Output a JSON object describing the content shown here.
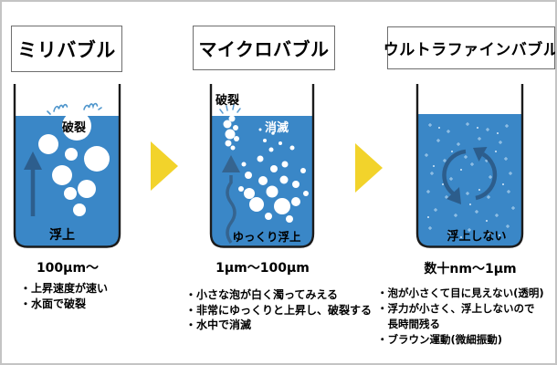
{
  "diagram_title": "bubble-size-comparison",
  "colors": {
    "water": "#3a87c7",
    "arrow": "#2d5e8d",
    "wavy_arrow": "#35648f",
    "circulation_arrow": "#2c5d8c",
    "chevron": "#f2d32b",
    "bubble": "#ffffff",
    "box_border": "#6e6e6e",
    "outer_border": "#c4c4c4"
  },
  "columns": [
    {
      "title": "ミリバブル",
      "size": "100μm〜",
      "labels": {
        "burst": "破裂",
        "float": "浮上"
      },
      "bullets": [
        "・上昇速度が速い",
        "・水面で破裂"
      ]
    },
    {
      "title": "マイクロバブル",
      "size": "1μm〜100μm",
      "labels": {
        "burst": "破裂",
        "vanish": "消滅",
        "float": "ゆっくり浮上"
      },
      "bullets": [
        "・小さな泡が白く濁ってみえる",
        "・非常にゆっくりと上昇し、破裂する",
        "・水中で消滅"
      ]
    },
    {
      "title": "ウルトラファインバブル",
      "size": "数十nm〜1μm",
      "labels": {
        "float": "浮上しない"
      },
      "bullets": [
        "・泡が小さくて目に見えない(透明)",
        "・浮力が小さく、浮上しないので",
        "　長時間残る",
        "・ブラウン運動(微細振動)"
      ]
    }
  ]
}
